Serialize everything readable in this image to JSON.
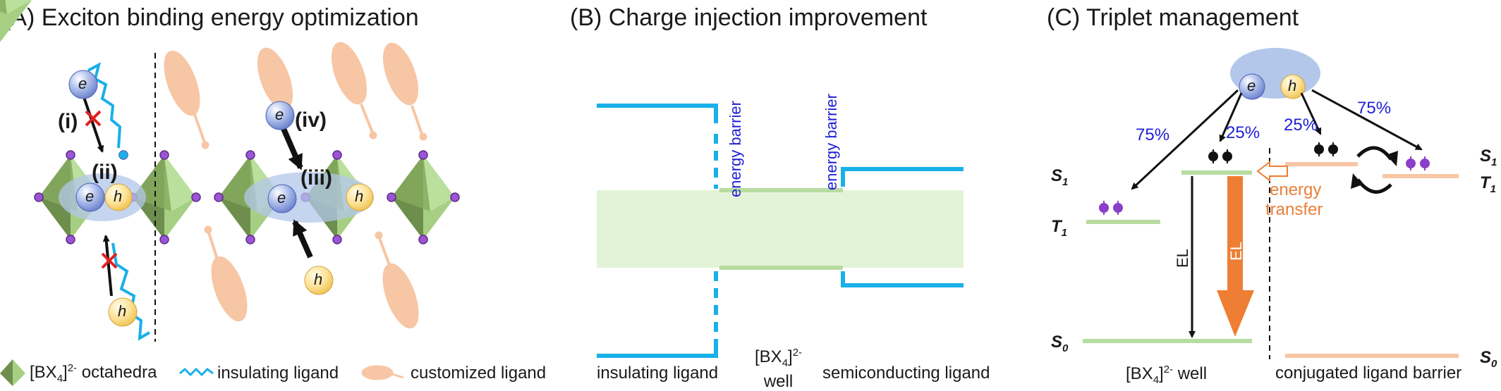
{
  "panelA": {
    "title": "(A)  Exciton binding energy optimization",
    "roman_i": "(i)",
    "roman_ii": "(ii)",
    "roman_iii": "(iii)",
    "roman_iv": "(iv)",
    "electron": "e",
    "hole": "h",
    "legend": {
      "octahedra_pre": "[BX",
      "octahedra_sub": "4",
      "octahedra_sup": "]",
      "octahedra_sup2": "2-",
      "octahedra_post": " octahedra",
      "insulating": "insulating ligand",
      "customized": "customized ligand"
    }
  },
  "panelB": {
    "title": "(B)  Charge injection improvement",
    "barrier1": "energy barrier",
    "barrier2": "energy barrier",
    "bottom_left": "insulating ligand",
    "well_pre": "[BX",
    "well_sub": "4",
    "well_sup": "]",
    "well_sup2": "2-",
    "well_word": "well",
    "bottom_right": "semiconducting ligand"
  },
  "panelC": {
    "title": "(C)  Triplet management",
    "pct_left_outer": "75%",
    "pct_left_inner": "25%",
    "pct_right_inner": "25%",
    "pct_right_outer": "75%",
    "S1_left": "S",
    "S1_left_sub": "1",
    "T1_left": "T",
    "T1_left_sub": "1",
    "S0_left": "S",
    "S0_left_sub": "0",
    "S1_right": "S",
    "S1_right_sub": "1",
    "T1_right": "T",
    "T1_right_sub": "1",
    "S0_right": "S",
    "S0_right_sub": "0",
    "EL_black": "EL",
    "EL_orange": "EL",
    "energy": "energy",
    "transfer": "transfer",
    "well_pre": "[BX",
    "well_sub": "4",
    "well_sup": "]",
    "well_sup2": "2-",
    "well_post": " well",
    "barrier_label": "conjugated ligand barrier"
  },
  "colors": {
    "cyan": "#19b0e8",
    "green_band": "#e3f3d7",
    "green_line": "#b7dca0",
    "peach": "#f7c6a4",
    "orange": "#ee7e33",
    "blue_text": "#1f1fd6",
    "purple": "#8a3fc8"
  }
}
